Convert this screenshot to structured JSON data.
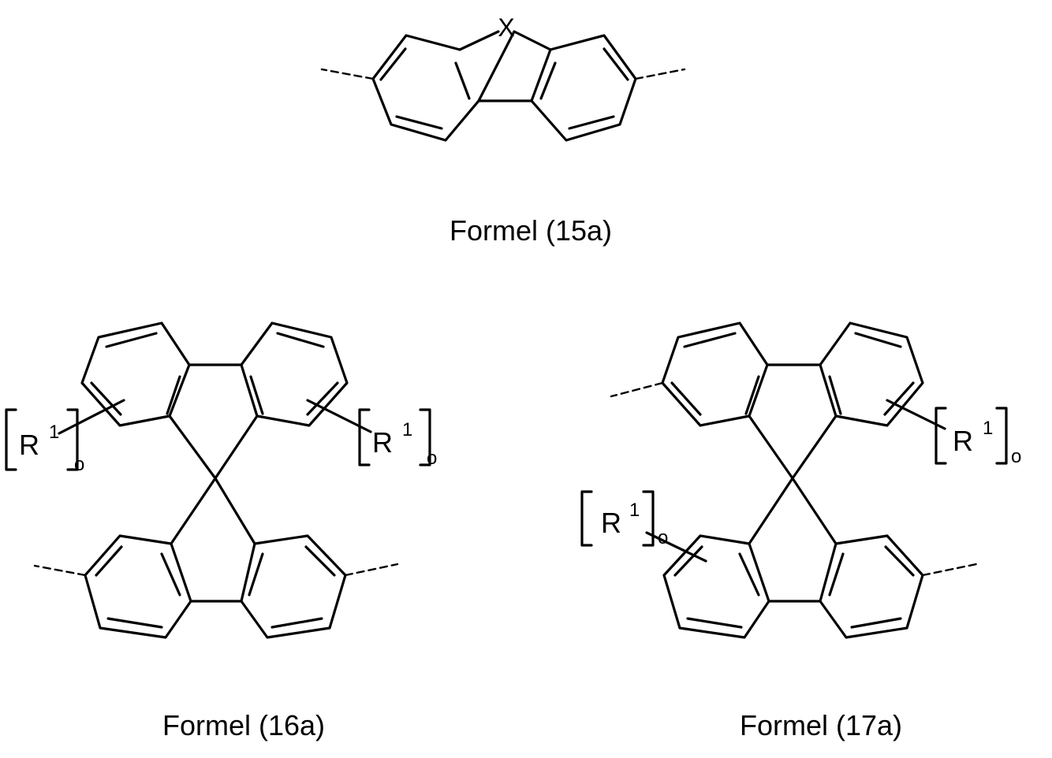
{
  "formulas": [
    {
      "id": "15a",
      "caption": "Formel (15a)",
      "bridge_atom": "X"
    },
    {
      "id": "16a",
      "caption": "Formel (16a)"
    },
    {
      "id": "17a",
      "caption": "Formel (17a)"
    }
  ],
  "substituent": {
    "symbol": "R",
    "superscript": "1",
    "subscript": "o"
  },
  "colors": {
    "ink": "#000000",
    "background": "#ffffff"
  }
}
